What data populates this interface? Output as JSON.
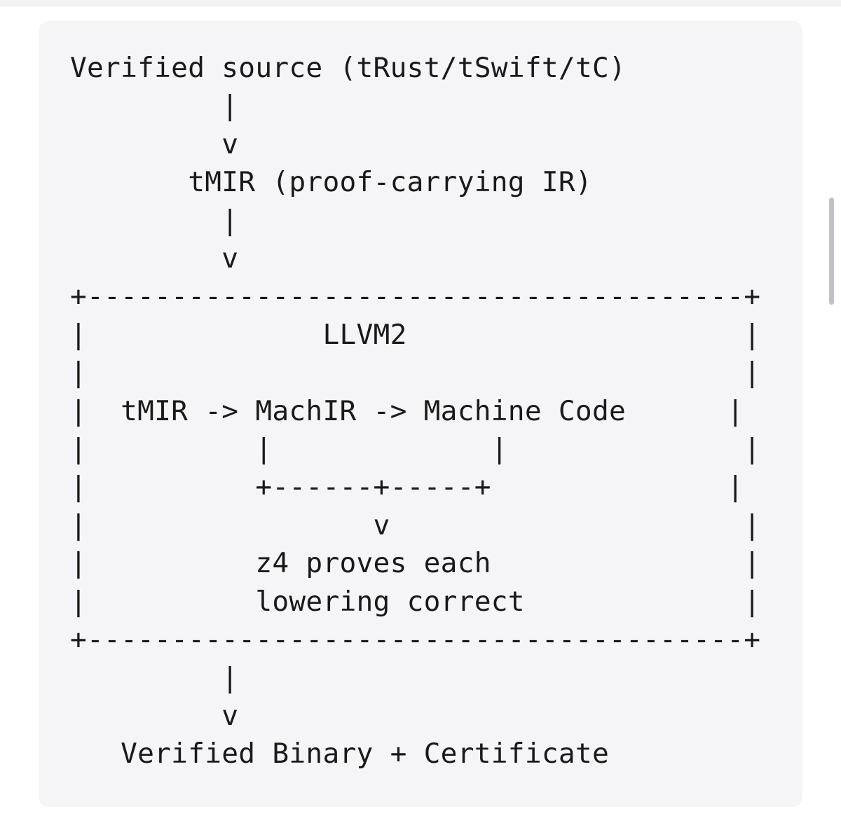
{
  "diagram": {
    "lines": [
      "Verified source (tRust/tSwift/tC)",
      "         |",
      "         v",
      "       tMIR (proof-carrying IR)",
      "         |",
      "         v",
      "+---------------------------------------+",
      "|              LLVM2                    |",
      "|                                       |",
      "|  tMIR -> MachIR -> Machine Code      |",
      "|          |             |              |",
      "|          +------+-----+              |",
      "|                 v                     |",
      "|          z4 proves each               |",
      "|          lowering correct             |",
      "+---------------------------------------+",
      "         |",
      "         v",
      "   Verified Binary + Certificate"
    ]
  }
}
